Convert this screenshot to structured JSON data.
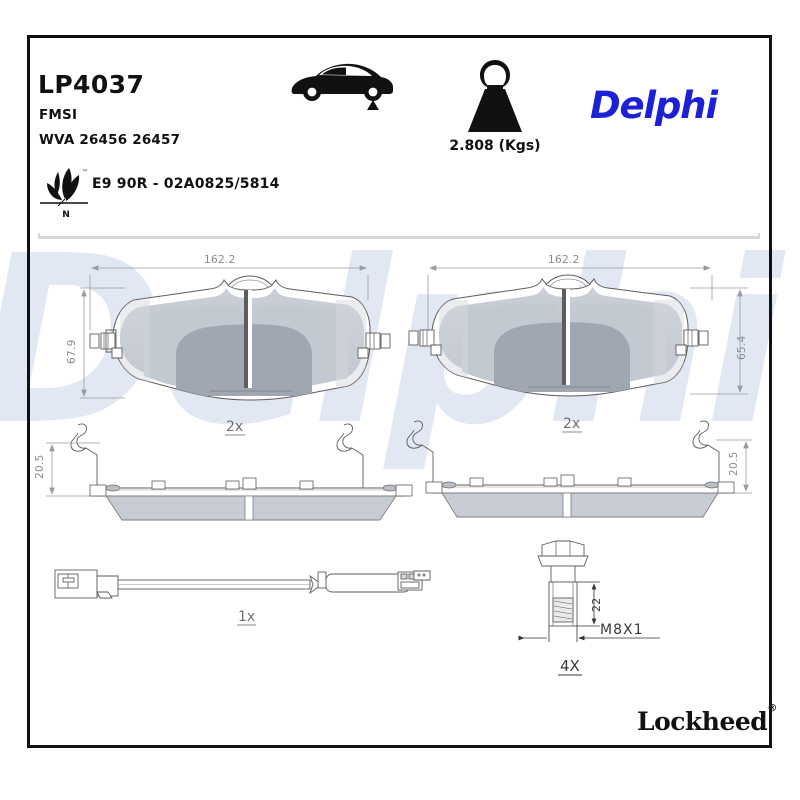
{
  "header": {
    "part_number": "LP4037",
    "fmsi_label": "FMSI",
    "wva_label": "WVA 26456 26457",
    "brand": "Delphi",
    "brand_color": "#1d21d6",
    "weight_value": "2.808 (Kgs)",
    "homologation": "E9 90R - 02A0825/5814",
    "eco_mark": "N",
    "car_icon": "car-rear-axle-icon",
    "weight_icon": "weight-kettlebell-icon",
    "eco_icon": "eco-leaf-icon"
  },
  "drawing": {
    "pad_left": {
      "width_dim": "162.2",
      "height_dim": "67.9",
      "thickness_dim": "20.5",
      "quantity": "2x"
    },
    "pad_right": {
      "width_dim": "162.2",
      "height_dim": "65.4",
      "thickness_dim": "20.5",
      "quantity": "2x"
    },
    "sensor": {
      "quantity": "1x",
      "icon": "wear-sensor-icon"
    },
    "bolt": {
      "length_dim": "22",
      "thread_spec": "M8X1",
      "quantity": "4X",
      "icon": "hex-bolt-icon"
    }
  },
  "footer": {
    "secondary_brand": "Lockheed",
    "trademark": "®"
  },
  "watermark": {
    "text": "Delphi",
    "color": "#dce4f2"
  },
  "colors": {
    "frame": "#111111",
    "friction_light": "#c9ced6",
    "friction_mid": "#b4bac4",
    "friction_dark": "#9aa1ad",
    "line": "#6f6f6f",
    "dim_text": "#8b8b8b"
  }
}
